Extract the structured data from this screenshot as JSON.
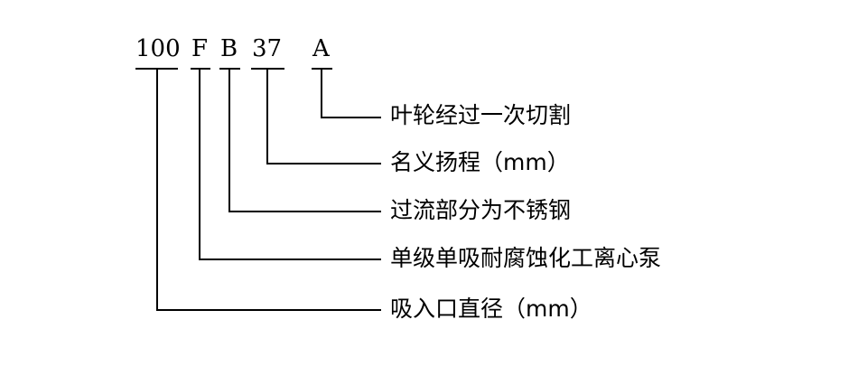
{
  "code": {
    "segments": [
      "100",
      "F",
      "B",
      "37",
      "A"
    ]
  },
  "descriptions": [
    "叶轮经过一次切割",
    "名义扬程（mm）",
    "过流部分为不锈钢",
    "单级单吸耐腐蚀化工离心泵",
    "吸入口直径（mm）"
  ],
  "colors": {
    "line": "#000000",
    "text": "#000000",
    "background": "#ffffff"
  }
}
